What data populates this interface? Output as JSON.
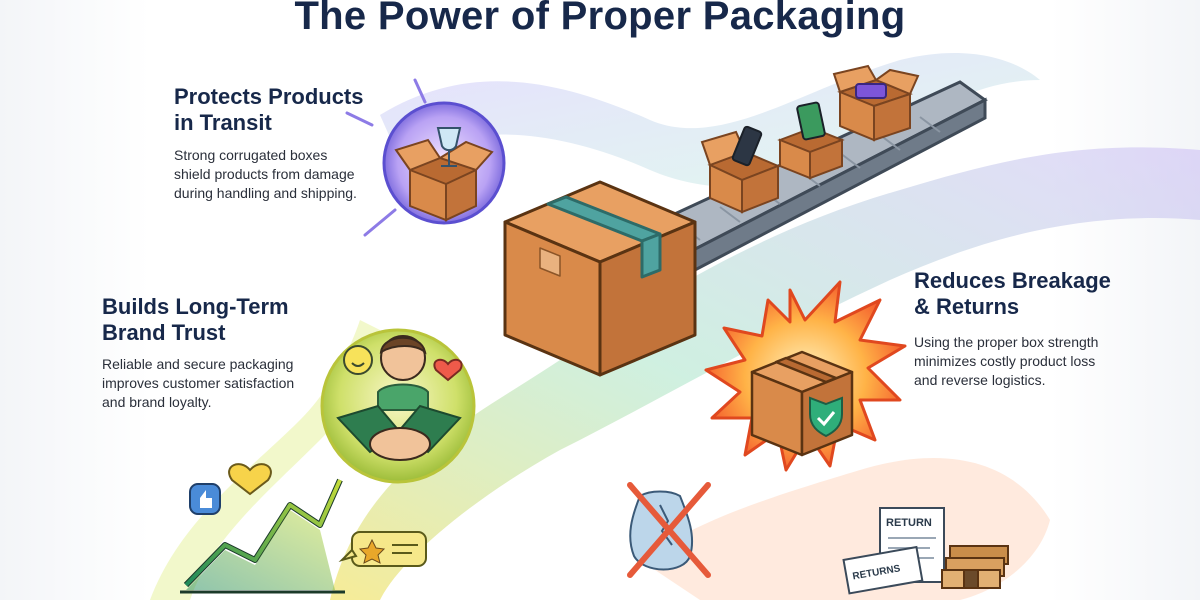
{
  "title": "The Power of Proper Packaging",
  "sections": {
    "protects": {
      "heading": [
        "Protects Products",
        "in Transit"
      ],
      "body": [
        "Strong corrugated boxes",
        "shield products from damage",
        "during handling and shipping."
      ]
    },
    "trust": {
      "heading": [
        "Builds Long-Term",
        "Brand Trust"
      ],
      "body": [
        "Reliable and secure packaging",
        "improves customer satisfaction",
        "and brand loyalty."
      ]
    },
    "returns": {
      "heading": [
        "Reduces Breakage",
        "& Returns"
      ],
      "body": [
        "Using the proper box strength",
        "minimizes costly product loss",
        "and reverse logistics."
      ]
    }
  },
  "illustration": {
    "return_doc_label": "RETURN",
    "returns_box_label": "RETURNS"
  },
  "colors": {
    "heading": "#17284a",
    "cardboard": "#d98a4a",
    "cardboard_dark": "#b96a32",
    "tape": "#4fa3a0",
    "conveyor": "#8e99a6",
    "burst": "#f3722c",
    "shield": "#2fae7a",
    "trust_circle": "#c7d94a",
    "protect_circle": "#7b68d8"
  }
}
